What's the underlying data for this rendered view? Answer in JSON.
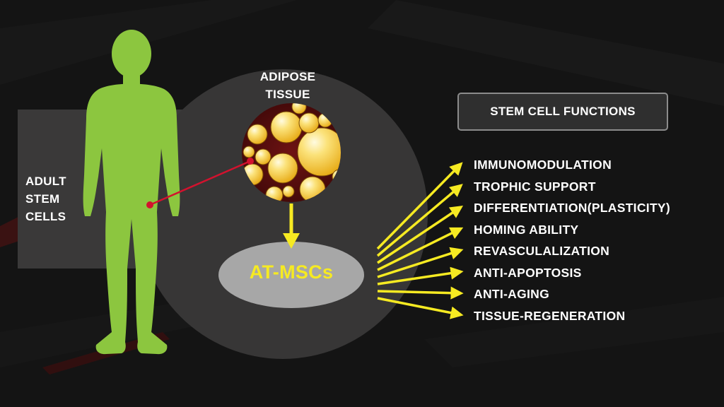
{
  "labels": {
    "adult_stem_cells": [
      "ADULT",
      "STEM",
      "CELLS"
    ],
    "adipose_tissue": [
      "ADIPOSE",
      "TISSUE"
    ],
    "at_mscs": "AT-MSCs"
  },
  "functions": {
    "title": "STEM CELL FUNCTIONS",
    "items": [
      "IMMUNOMODULATION",
      "TROPHIC SUPPORT",
      "DIFFERENTIATION(PLASTICITY)",
      "HOMING ABILITY",
      "REVASCULALIZATION",
      "ANTI-APOPTOSIS",
      "ANTI-AGING",
      "TISSUE-REGENERATION"
    ]
  },
  "colors": {
    "background": "#141414",
    "panel": "#3a3939",
    "circle": "#373636",
    "body_silhouette": "#8cc63f",
    "arrow": "#f6ea22",
    "pointer_line": "#d2122e",
    "tissue_background": "#5a0d0d",
    "fat_cell": "#f3c83a",
    "ellipse": "#a7a7a7"
  },
  "icons": {
    "body": "human-silhouette-icon",
    "tissue": "adipose-tissue-icon"
  }
}
